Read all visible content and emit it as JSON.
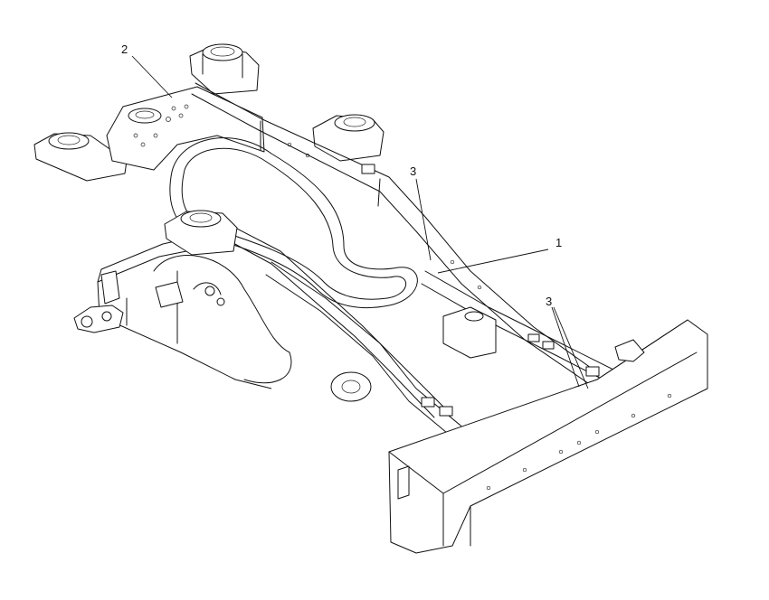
{
  "callouts": [
    {
      "id": "c1",
      "label": "1"
    },
    {
      "id": "c2",
      "label": "2"
    },
    {
      "id": "c3a",
      "label": "3"
    },
    {
      "id": "c3b",
      "label": "3"
    }
  ],
  "colors": {
    "line": "#111111",
    "background": "#ffffff"
  }
}
